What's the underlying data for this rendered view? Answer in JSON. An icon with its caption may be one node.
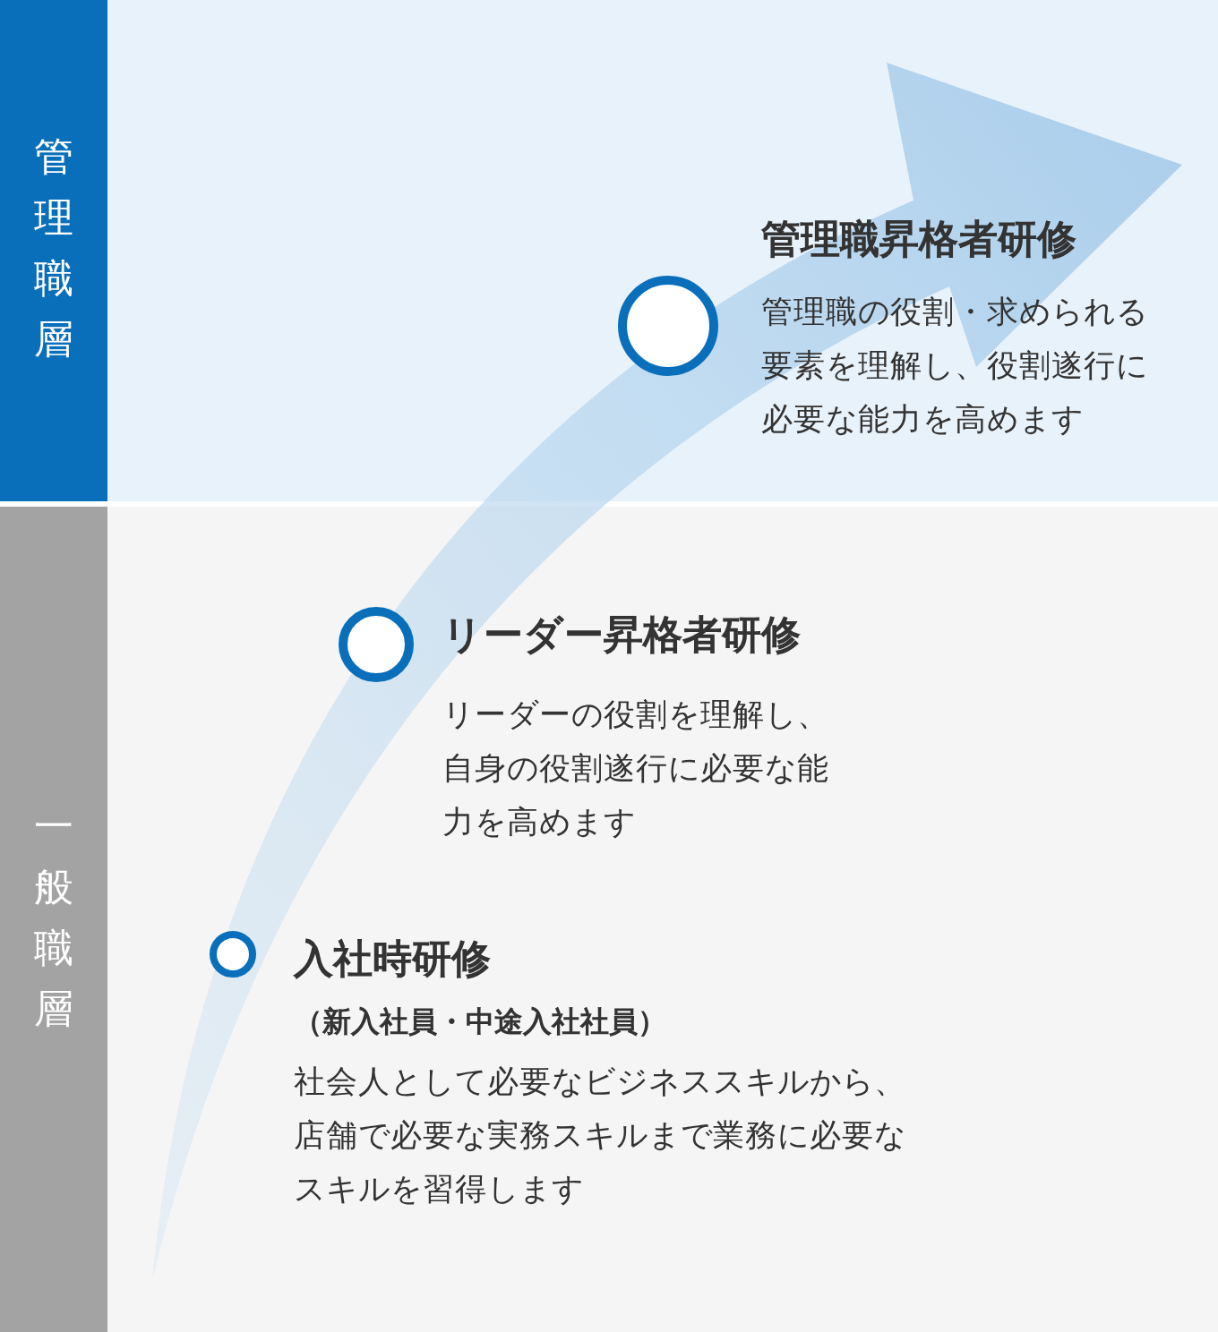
{
  "diagram": {
    "nodes": [
      {
        "text": [
          "管理職層"
        ]
      },
      {
        "text": [
          "一般職層"
        ]
      },
      {
        "text": [
          "管理職昇格者研修",
          "管理職の役割・求められる要素を理解し、役割遂行に必要な能力を高めます"
        ],
        "in": 0
      },
      {
        "text": [
          "リーダー昇格者研修",
          "リーダーの役割を理解し、自身の役割遂行に必要な能力を高めます"
        ],
        "in": 1
      },
      {
        "text": [
          "入社時研修",
          "（新入社員・中途入社社員）",
          "社会人として必要なビジネススキルから、店舗で必要な実務スキルまで業務に必要なスキルを習得します"
        ],
        "in": 1
      }
    ]
  }
}
